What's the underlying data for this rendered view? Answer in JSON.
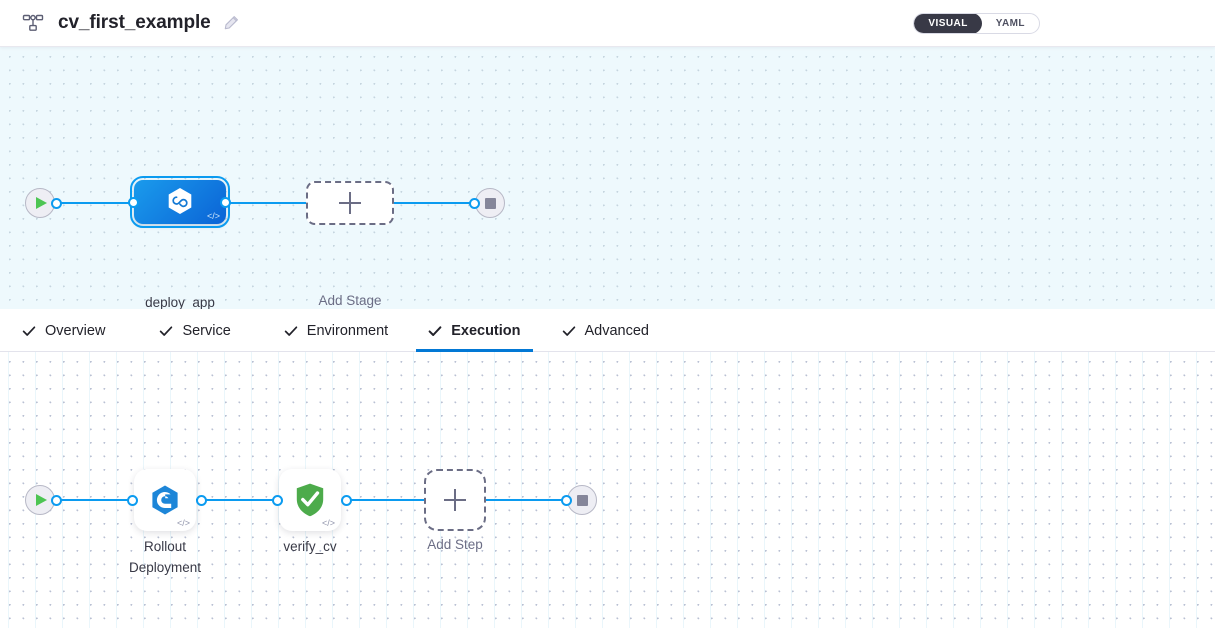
{
  "header": {
    "pipeline_icon": "pipeline-nodes-icon",
    "title": "cv_first_example",
    "edit_icon": "edit-pencil-icon",
    "mode_toggle": {
      "options": [
        {
          "label": "VISUAL",
          "active": true
        },
        {
          "label": "YAML",
          "active": false
        }
      ]
    }
  },
  "tabs": [
    {
      "label": "Overview",
      "icon": "check-icon",
      "active": false
    },
    {
      "label": "Service",
      "icon": "check-icon",
      "active": false
    },
    {
      "label": "Environment",
      "icon": "check-icon",
      "active": false
    },
    {
      "label": "Execution",
      "icon": "check-icon",
      "active": true
    },
    {
      "label": "Advanced",
      "icon": "check-icon",
      "active": false
    }
  ],
  "stage_canvas": {
    "start_node": {
      "icon": "play-icon",
      "name": "pipeline-start-node"
    },
    "end_node": {
      "icon": "stop-icon",
      "name": "pipeline-end-node"
    },
    "stages": [
      {
        "label": "deploy_app",
        "icon": "harness-cd-hexagon-icon",
        "selected": true,
        "code_glyph": "</>"
      }
    ],
    "add_stage": {
      "label": "Add Stage",
      "icon": "plus-icon"
    }
  },
  "execution_canvas": {
    "start_node": {
      "icon": "play-icon",
      "name": "execution-start-node"
    },
    "end_node": {
      "icon": "stop-icon",
      "name": "execution-end-node"
    },
    "steps": [
      {
        "label": "Rollout\nDeployment",
        "icon": "kubernetes-rollout-icon",
        "code_glyph": "</>"
      },
      {
        "label": "verify_cv",
        "icon": "green-shield-check-icon",
        "code_glyph": "</>"
      }
    ],
    "add_step": {
      "label": "Add Step",
      "icon": "plus-icon"
    }
  },
  "colors": {
    "accent_blue": "#0278d5",
    "edge_blue": "#0b9bf0",
    "stage_gradient_from": "#1a9bec",
    "stage_gradient_to": "#0b63d6",
    "toggle_active_bg": "#383946",
    "canvas_top_bg": "#eef9fd",
    "canvas_bottom_bg": "#ffffff",
    "success_green": "#4dab4b",
    "play_green": "#4dc553",
    "text_dark": "#22222a",
    "text_muted": "#6b6d85"
  }
}
